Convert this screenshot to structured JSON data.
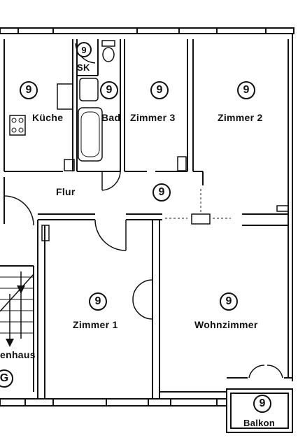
{
  "rooms": {
    "kueche": {
      "label": "Küche",
      "badge": "9"
    },
    "bad": {
      "label": "Bad",
      "badge": "9"
    },
    "sk": {
      "label": "SK",
      "badge": "9"
    },
    "zimmer3": {
      "label": "Zimmer 3",
      "badge": "9"
    },
    "zimmer2": {
      "label": "Zimmer 2",
      "badge": "9"
    },
    "flur": {
      "label": "Flur",
      "badge": "9"
    },
    "zimmer1": {
      "label": "Zimmer 1",
      "badge": "9"
    },
    "wohnzimmer": {
      "label": "Wohnzimmer",
      "badge": "9"
    },
    "balkon": {
      "label": "Balkon",
      "badge": "9"
    },
    "treppenhaus": {
      "label": "enhaus",
      "badge": "G"
    }
  },
  "colors": {
    "line": "#111111",
    "background": "#ffffff"
  }
}
